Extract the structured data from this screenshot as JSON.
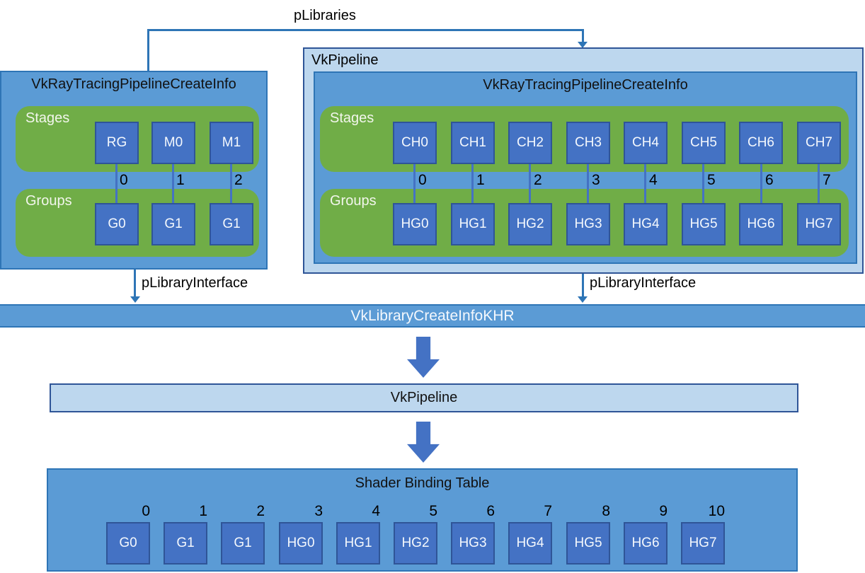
{
  "colors": {
    "medium_blue": "#5B9BD5",
    "light_blue": "#BDD7EE",
    "square_blue": "#4472C4",
    "green": "#70AD47",
    "connector_blue": "#2E75B6",
    "dark_border": "#2F5597"
  },
  "connectors": {
    "plibraries_label": "pLibraries",
    "plibrary_interface_left_label": "pLibraryInterface",
    "plibrary_interface_right_label": "pLibraryInterface"
  },
  "library_pipeline": {
    "title": "VkRayTracingPipelineCreateInfo",
    "stages_label": "Stages",
    "groups_label": "Groups",
    "stages": [
      "RG",
      "M0",
      "M1"
    ],
    "indices": [
      "0",
      "1",
      "2"
    ],
    "groups": [
      "G0",
      "G1",
      "G1"
    ]
  },
  "main_pipeline": {
    "container_label": "VkPipeline",
    "create_info_title": "VkRayTracingPipelineCreateInfo",
    "stages_label": "Stages",
    "groups_label": "Groups",
    "stages": [
      "CH0",
      "CH1",
      "CH2",
      "CH3",
      "CH4",
      "CH5",
      "CH6",
      "CH7"
    ],
    "indices": [
      "0",
      "1",
      "2",
      "3",
      "4",
      "5",
      "6",
      "7"
    ],
    "groups": [
      "HG0",
      "HG1",
      "HG2",
      "HG3",
      "HG4",
      "HG5",
      "HG6",
      "HG7"
    ]
  },
  "library_create_info_bar": {
    "label": "VkLibraryCreateInfoKHR"
  },
  "vk_pipeline_bar": {
    "label": "VkPipeline"
  },
  "shader_binding_table": {
    "title": "Shader Binding Table",
    "indices": [
      "0",
      "1",
      "2",
      "3",
      "4",
      "5",
      "6",
      "7",
      "8",
      "9",
      "10"
    ],
    "entries": [
      "G0",
      "G1",
      "G1",
      "HG0",
      "HG1",
      "HG2",
      "HG3",
      "HG4",
      "HG5",
      "HG6",
      "HG7"
    ]
  }
}
